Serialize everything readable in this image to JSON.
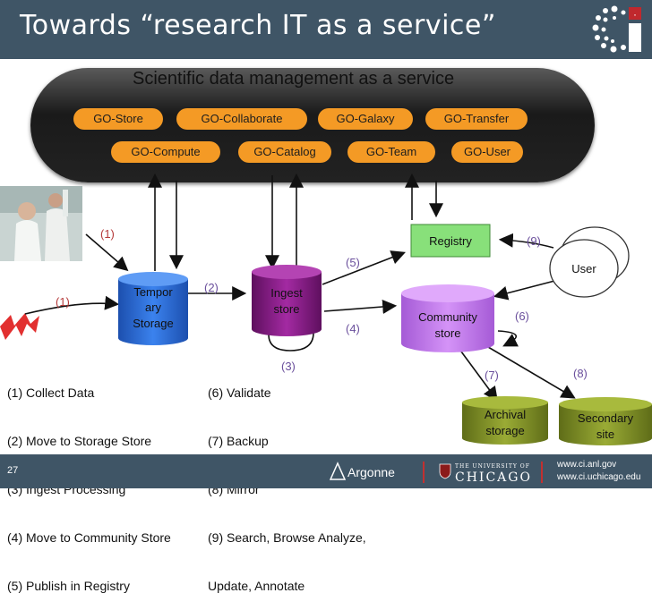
{
  "header": {
    "title": "Towards “research IT as a service”"
  },
  "cloud": {
    "title": "Scientific data management as a service",
    "services_row1": [
      "GO-Store",
      "GO-Collaborate",
      "GO-Galaxy",
      "GO-Transfer"
    ],
    "services_row2": [
      "GO-Compute",
      "GO-Catalog",
      "GO-Team",
      "GO-User"
    ]
  },
  "nodes": {
    "temporary_storage": [
      "Tempor",
      "ary",
      "Storage"
    ],
    "ingest_store": [
      "Ingest",
      "store"
    ],
    "community_store": [
      "Community",
      "store"
    ],
    "registry": "Registry",
    "user": "User",
    "archival_storage": [
      "Archival",
      "storage"
    ],
    "secondary_site": [
      "Secondary",
      "site"
    ]
  },
  "step_labels": [
    "(1)",
    "(1)",
    "(2)",
    "(3)",
    "(4)",
    "(5)",
    "(6)",
    "(7)",
    "(8)",
    "(9)"
  ],
  "legend_left": [
    "(1) Collect Data",
    "(2) Move to Storage Store",
    "(3) Ingest Processing",
    "(4) Move to Community Store",
    "(5) Publish in Registry"
  ],
  "legend_right": [
    "(6) Validate",
    "(7) Backup",
    "(8) Mirror",
    "(9) Search, Browse Analyze,",
    "Update, Annotate"
  ],
  "footer": {
    "slide_number": "27",
    "argonne": "Argonne",
    "uc_small": "THE UNIVERSITY OF",
    "uc": "CHICAGO",
    "url1": "www.ci.anl.gov",
    "url2": "www.ci.uchicago.edu"
  },
  "colors": {
    "header": "#3f5566",
    "pill": "#f49a25",
    "temporary_storage": "#2f6fd6",
    "ingest_store": "#8b1e8a",
    "community_store": "#c77cf0",
    "registry": "#88e07a",
    "archival": "#8a9a2e"
  }
}
